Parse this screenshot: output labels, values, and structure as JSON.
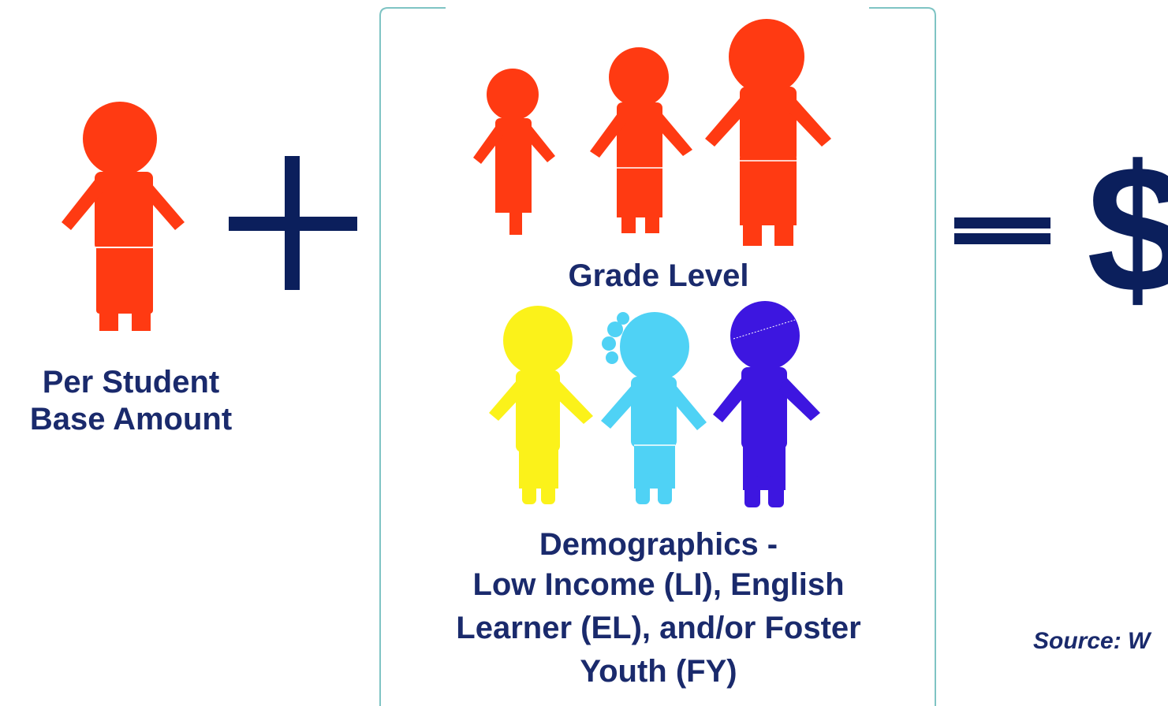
{
  "base_label_lines": [
    "Per Student",
    "Base Amount"
  ],
  "grade_label": "Grade Level",
  "demographics_label_lines": [
    "Demographics -",
    "Low Income (LI), English",
    "Learner (EL), and/or Foster",
    "Youth (FY)"
  ],
  "equals_result": "$",
  "source_label": "Source:  W",
  "colors": {
    "text": "#1a2a6c",
    "operator": "#0b1f5c",
    "frame": "#7fc4c4",
    "figure_red": "#ff3a12",
    "figure_yellow": "#fbf21a",
    "figure_lightblue": "#4fd2f5",
    "figure_purple": "#3d16e0"
  },
  "icons": {
    "plus": "plus-sign-icon",
    "equals": "equals-sign-icon",
    "child": "child-figure-icon"
  }
}
